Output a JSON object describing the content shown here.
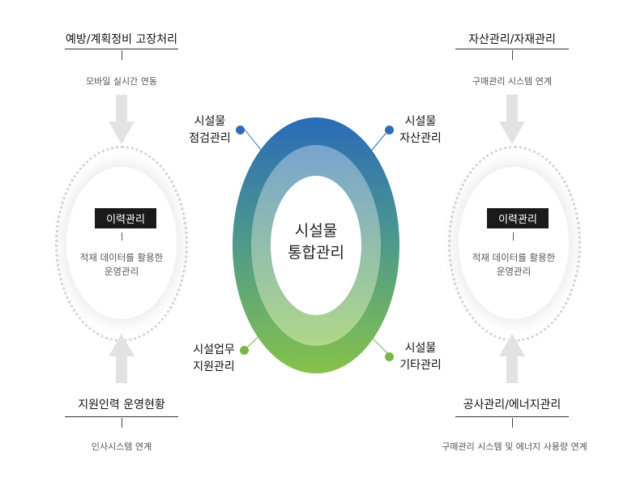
{
  "left": {
    "top_title": "예방/계획정비 고장처리",
    "top_sub": "모바일 실시간 연동",
    "tag": "이력관리",
    "desc_line1": "적재 데이터를 활용한",
    "desc_line2": "운영관리",
    "bottom_title": "지원인력 운영현황",
    "bottom_sub": "인사시스템 연계"
  },
  "right": {
    "top_title": "자산관리/자재관리",
    "top_sub": "구매관리 시스템 연계",
    "tag": "이력관리",
    "desc_line1": "적재 데이터를 활용한",
    "desc_line2": "운영관리",
    "bottom_title": "공사관리/에너지관리",
    "bottom_sub": "구매관리 시스템 및 에너지 사용량 연계"
  },
  "center": {
    "line1": "시설물",
    "line2": "통합관리"
  },
  "nodes": {
    "top_left": {
      "line1": "시설물",
      "line2": "점검관리",
      "color": "#2f6db5"
    },
    "top_right": {
      "line1": "시설물",
      "line2": "자산관리",
      "color": "#2f6db5"
    },
    "bottom_left": {
      "line1": "시설업무",
      "line2": "지원관리",
      "color": "#7ab648"
    },
    "bottom_right": {
      "line1": "시설물",
      "line2": "기타관리",
      "color": "#7ab648"
    }
  },
  "colors": {
    "ring_top": "#2a6bb8",
    "ring_bottom": "#86c24a",
    "inner_top": "#7fa9d3",
    "inner_bottom": "#b5db8e"
  }
}
